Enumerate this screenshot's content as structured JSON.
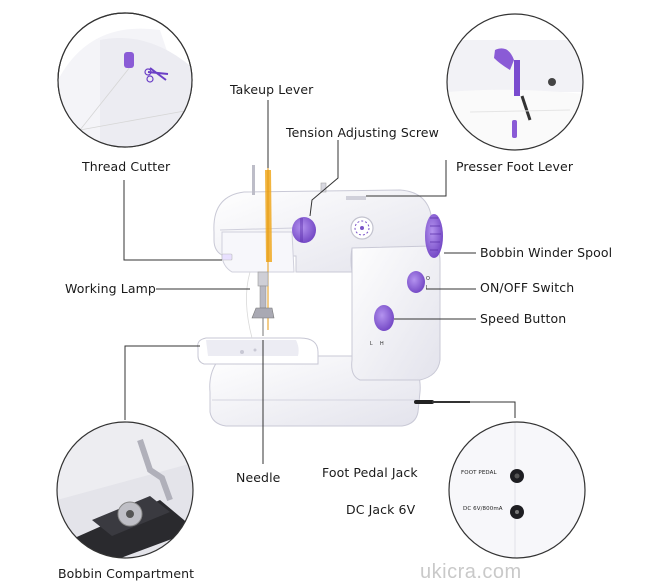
{
  "labels": {
    "takeup_lever": "Takeup Lever",
    "tension_adjusting_screw": "Tension Adjusting Screw",
    "thread_cutter": "Thread Cutter",
    "presser_foot_lever": "Presser Foot Lever",
    "bobbin_winder_spool": "Bobbin Winder Spool",
    "working_lamp": "Working Lamp",
    "on_off_switch": "ON/OFF Switch",
    "speed_button": "Speed Button",
    "needle": "Needle",
    "foot_pedal_jack": "Foot Pedal Jack",
    "dc_jack": "DC Jack 6V",
    "bobbin_compartment": "Bobbin Compartment"
  },
  "device_text": {
    "foot_pedal": "FOOT PEDAL",
    "dc_rating": "DC 6V/800mA"
  },
  "watermark": "ukicra.com",
  "colors": {
    "body": "#f2f2f7",
    "accent_purple": "#8a5bd6",
    "thread_orange": "#f0a81e",
    "leader_line": "#333333"
  }
}
